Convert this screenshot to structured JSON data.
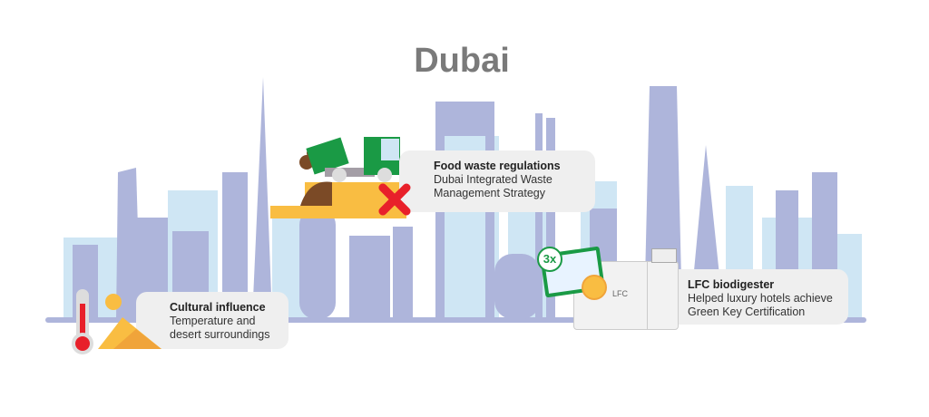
{
  "title": "Dubai",
  "callouts": {
    "food": {
      "heading": "Food waste regulations",
      "line1": "Dubai Integrated Waste",
      "line2": "Management Strategy"
    },
    "culture": {
      "heading": "Cultural influence",
      "line1": "Temperature and",
      "line2": "desert surroundings"
    },
    "lfc": {
      "heading": "LFC biodigester",
      "line1": "Helped luxury hotels achieve",
      "line2": "Green Key Certification",
      "badge": "3x",
      "machine_label": "LFC"
    }
  },
  "colors": {
    "skyline": "#aeb5db",
    "skyline_light": "#cfe6f4",
    "callout_bg": "#efefef",
    "title": "#7a7a7a"
  }
}
